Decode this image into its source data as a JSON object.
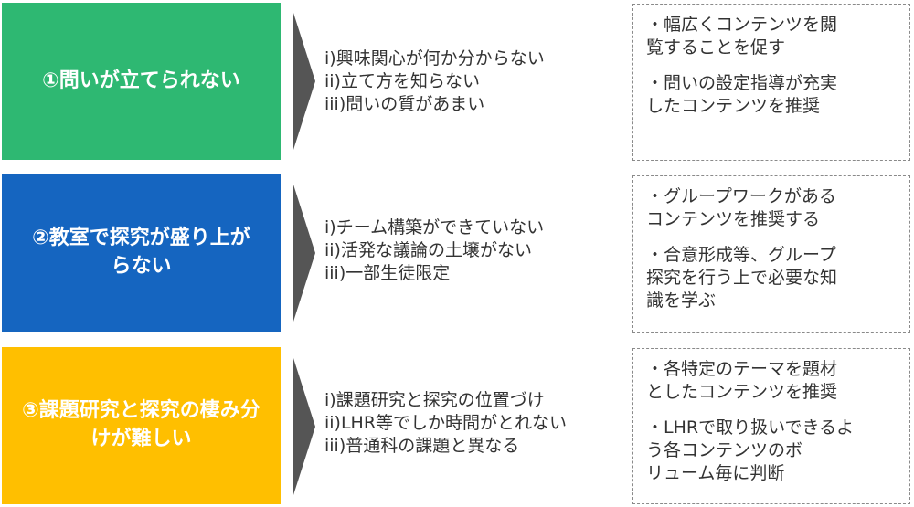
{
  "rows": [
    {
      "color": "#2eb872",
      "label": "①問いが立てられない",
      "causes": [
        "i)興味関心が何か分からない",
        "ii)立て方を知らない",
        "iii)問いの質があまい"
      ],
      "solutions": [
        {
          "line1": "・幅広くコンテンツを閲",
          "line2": "覧することを促す",
          "line3": ""
        },
        {
          "line1": "・問いの設定指導が充実",
          "line2": "したコンテンツを推奨",
          "line3": ""
        }
      ]
    },
    {
      "color": "#1565c0",
      "label": "②教室で探究が盛り上がらない",
      "causes": [
        "i)チーム構築ができていない",
        "ii)活発な議論の土壌がない",
        "iii)一部生徒限定"
      ],
      "solutions": [
        {
          "line1": "・グループワークがある",
          "line2": "コンテンツを推奨する",
          "line3": ""
        },
        {
          "line1": "・合意形成等、グループ",
          "line2": "探究を行う上で必要な知",
          "line3": "識を学ぶ"
        }
      ]
    },
    {
      "color": "#ffbf00",
      "label": "③課題研究と探究の棲み分けが難しい",
      "causes": [
        "i)課題研究と探究の位置づけ",
        "ii)LHR等でしか時間がとれない",
        "iii)普通科の課題と異なる"
      ],
      "solutions": [
        {
          "line1": "・各特定のテーマを題材",
          "line2": "としたコンテンツを推奨",
          "line3": ""
        },
        {
          "line1": "・LHRで取り扱いできるよ",
          "line2": "う各コンテンツのボ",
          "line3": "リューム毎に判断"
        }
      ]
    }
  ]
}
